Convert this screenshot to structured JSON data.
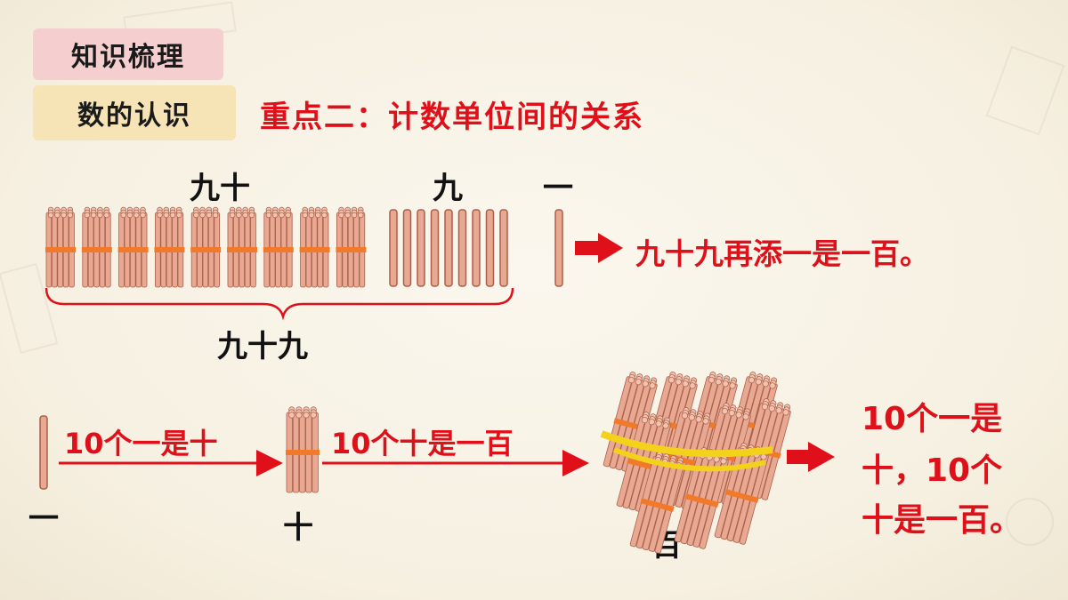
{
  "tags": {
    "knowledge": "知识梳理",
    "number_recognition": "数的认识"
  },
  "key_point_title": "重点二：计数单位间的关系",
  "top": {
    "label_tens": "九十",
    "label_ones": "九",
    "label_one": "一",
    "brace_label": "九十九",
    "statement": "九十九再添一是一百。",
    "bundle_count": 9,
    "stick_count": 9
  },
  "bottom": {
    "label_one": "一",
    "arrow1_text": "10个一是十",
    "label_ten": "十",
    "arrow2_text": "10个十是一百",
    "label_hundred": "百",
    "conclusion_line1": "10个一是",
    "conclusion_line2": "十，10个",
    "conclusion_line3": "十是一百。"
  },
  "colors": {
    "accent_red": "#e0101a",
    "stick_fill": "#e9a892",
    "stick_stroke": "#a8604a",
    "band_orange": "#f07a2a",
    "band_yellow": "#f2d21a"
  }
}
